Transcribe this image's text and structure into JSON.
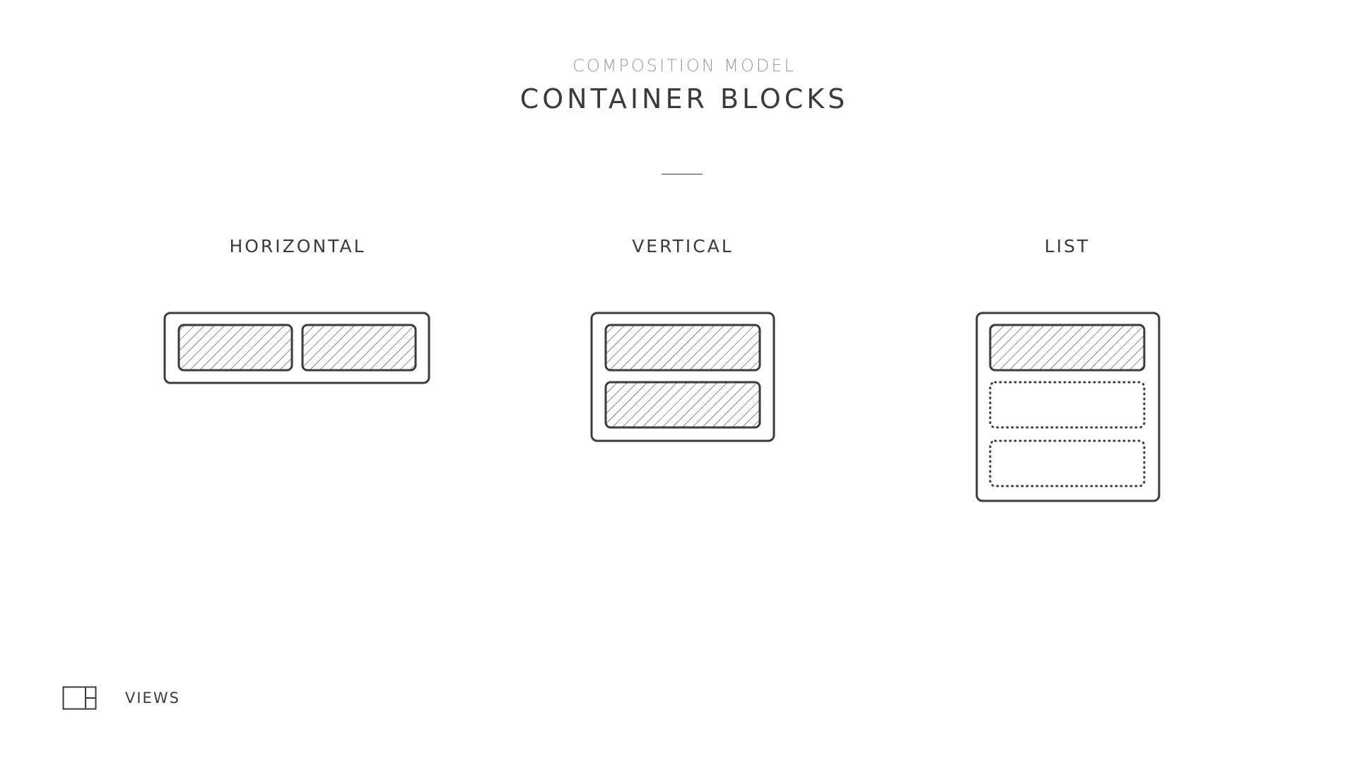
{
  "header": {
    "subtitle": "COMPOSITION MODEL",
    "title": "CONTAINER BLOCKS"
  },
  "columns": [
    {
      "label": "HORIZONTAL"
    },
    {
      "label": "VERTICAL"
    },
    {
      "label": "LIST"
    }
  ],
  "footer": {
    "icon": "views-layout-icon",
    "label": "VIEWS"
  },
  "colors": {
    "stroke": "#3b3b3b",
    "subtitle": "#9a9a9a",
    "background": "#ffffff"
  }
}
